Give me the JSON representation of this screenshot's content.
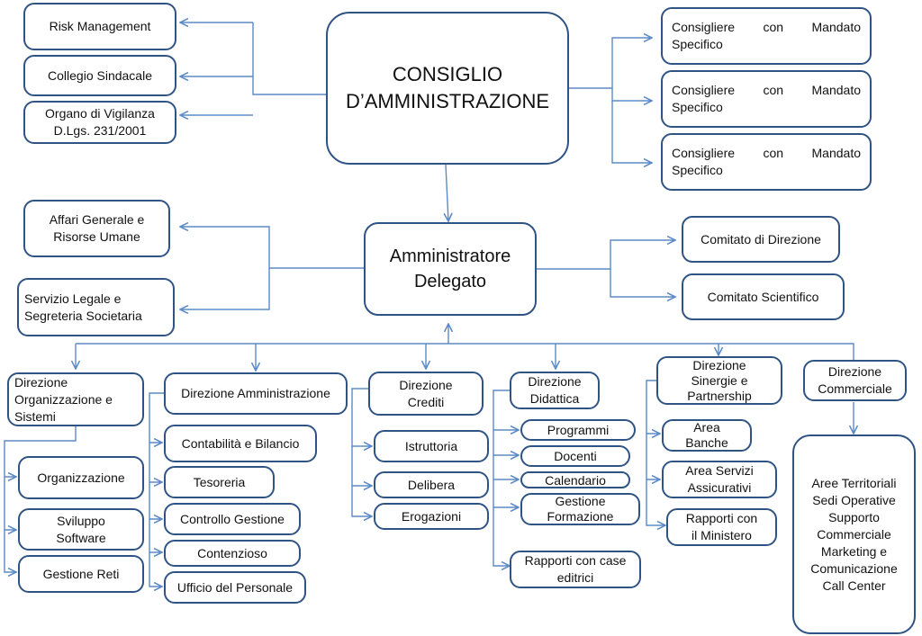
{
  "colors": {
    "border": "#2f5383",
    "connector": "#5b8ac6",
    "background": "#ffffff"
  },
  "board": {
    "title": "CONSIGLIO\nD’AMMINISTRAZIONE",
    "staff_left": [
      "Risk  Management",
      "Collegio Sindacale",
      "Organo di Vigilanza\nD.Lgs. 231/2001"
    ],
    "staff_right": [
      "Consigliere con Mandato Specifico",
      "Consigliere con Mandato Specifico",
      "Consigliere con Mandato Specifico"
    ]
  },
  "ceo": {
    "title": "Amministratore\nDelegato",
    "staff_left": [
      "Affari Generale e\nRisorse Umane",
      "Servizio Legale e\nSegreteria Societaria"
    ],
    "committees": [
      "Comitato di Direzione",
      "Comitato Scientifico"
    ]
  },
  "directorates": [
    {
      "name": "Direzione\nOrganizzazione e\nSistemi",
      "units": [
        "Organizzazione",
        "Sviluppo\nSoftware",
        "Gestione Reti"
      ]
    },
    {
      "name": "Direzione Amministrazione",
      "units": [
        "Contabilità e Bilancio",
        "Tesoreria",
        "Controllo Gestione",
        "Contenzioso",
        "Ufficio del Personale"
      ]
    },
    {
      "name": "Direzione\nCrediti",
      "units": [
        "Istruttoria",
        "Delibera",
        "Erogazioni"
      ]
    },
    {
      "name": "Direzione\nDidattica",
      "units": [
        "Programmi",
        "Docenti",
        "Calendario",
        "Gestione\nFormazione",
        "Rapporti con case\neditrici"
      ]
    },
    {
      "name": "Direzione\nSinergie e\nPartnership",
      "units": [
        "Area\nBanche",
        "Area Servizi\nAssicurativi",
        "Rapporti con\nil Ministero"
      ]
    },
    {
      "name": "Direzione\nCommerciale",
      "units": [
        "Aree Territoriali\nSedi Operative\nSupporto\nCommerciale\nMarketing e\nComunicazione\nCall Center"
      ]
    }
  ]
}
